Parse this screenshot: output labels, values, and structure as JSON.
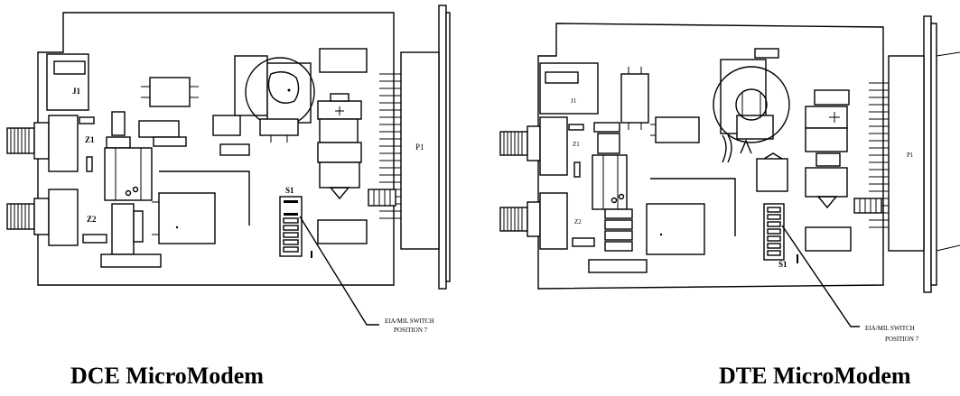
{
  "left_board": {
    "caption": "DCE MicroModem",
    "labels": {
      "j1": "J1",
      "z1": "Z1",
      "z2": "Z2",
      "p1": "P1",
      "s1": "S1"
    },
    "callout_line1": "EIA/MIL SWITCH",
    "callout_line2": "POSITION 7"
  },
  "right_board": {
    "caption": "DTE MicroModem",
    "labels": {
      "j1": "J1",
      "z1": "Z1",
      "z2": "Z2",
      "p1": "P1",
      "s1": "S1"
    },
    "callout_line1": "EIA/MIL SWITCH",
    "callout_line2": "POSITION 7"
  }
}
